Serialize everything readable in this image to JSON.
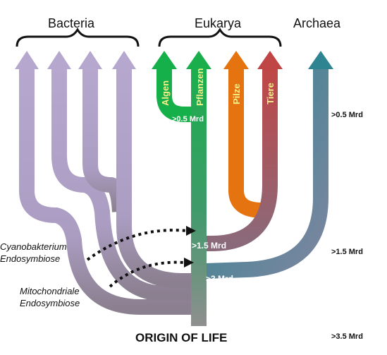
{
  "groups": {
    "bacteria": "Bacteria",
    "eukarya": "Eukarya",
    "archaea": "Archaea"
  },
  "branches": {
    "algen": "Algen",
    "pflanzen": "Pflanzen",
    "pilze": "Pilze",
    "tiere": "Tiere"
  },
  "inline_times": {
    "algae_split": ">0.5 Mrd",
    "fungi_split": ">1.5 Mrd",
    "archaea_split": ">3 Mrd"
  },
  "time_scale": [
    ">0.5 Mrd",
    ">1.5 Mrd",
    ">3.5 Mrd"
  ],
  "events": {
    "cyano_line1": "Cyanobakterium",
    "cyano_line2": "Endosymbiose",
    "mito_line1": "Mitochondriale",
    "mito_line2": "Endosymbiose"
  },
  "origin": "ORIGIN OF LIFE",
  "colors": {
    "bacteria": "#b3a4cc",
    "bacteria_dark": "#8a7d92",
    "green_bright": "#16b04a",
    "green_mid": "#2fa05a",
    "orange": "#e57410",
    "red": "#b94a4e",
    "teal": "#2e8490",
    "trunk_gray": "#8f8f8f"
  }
}
